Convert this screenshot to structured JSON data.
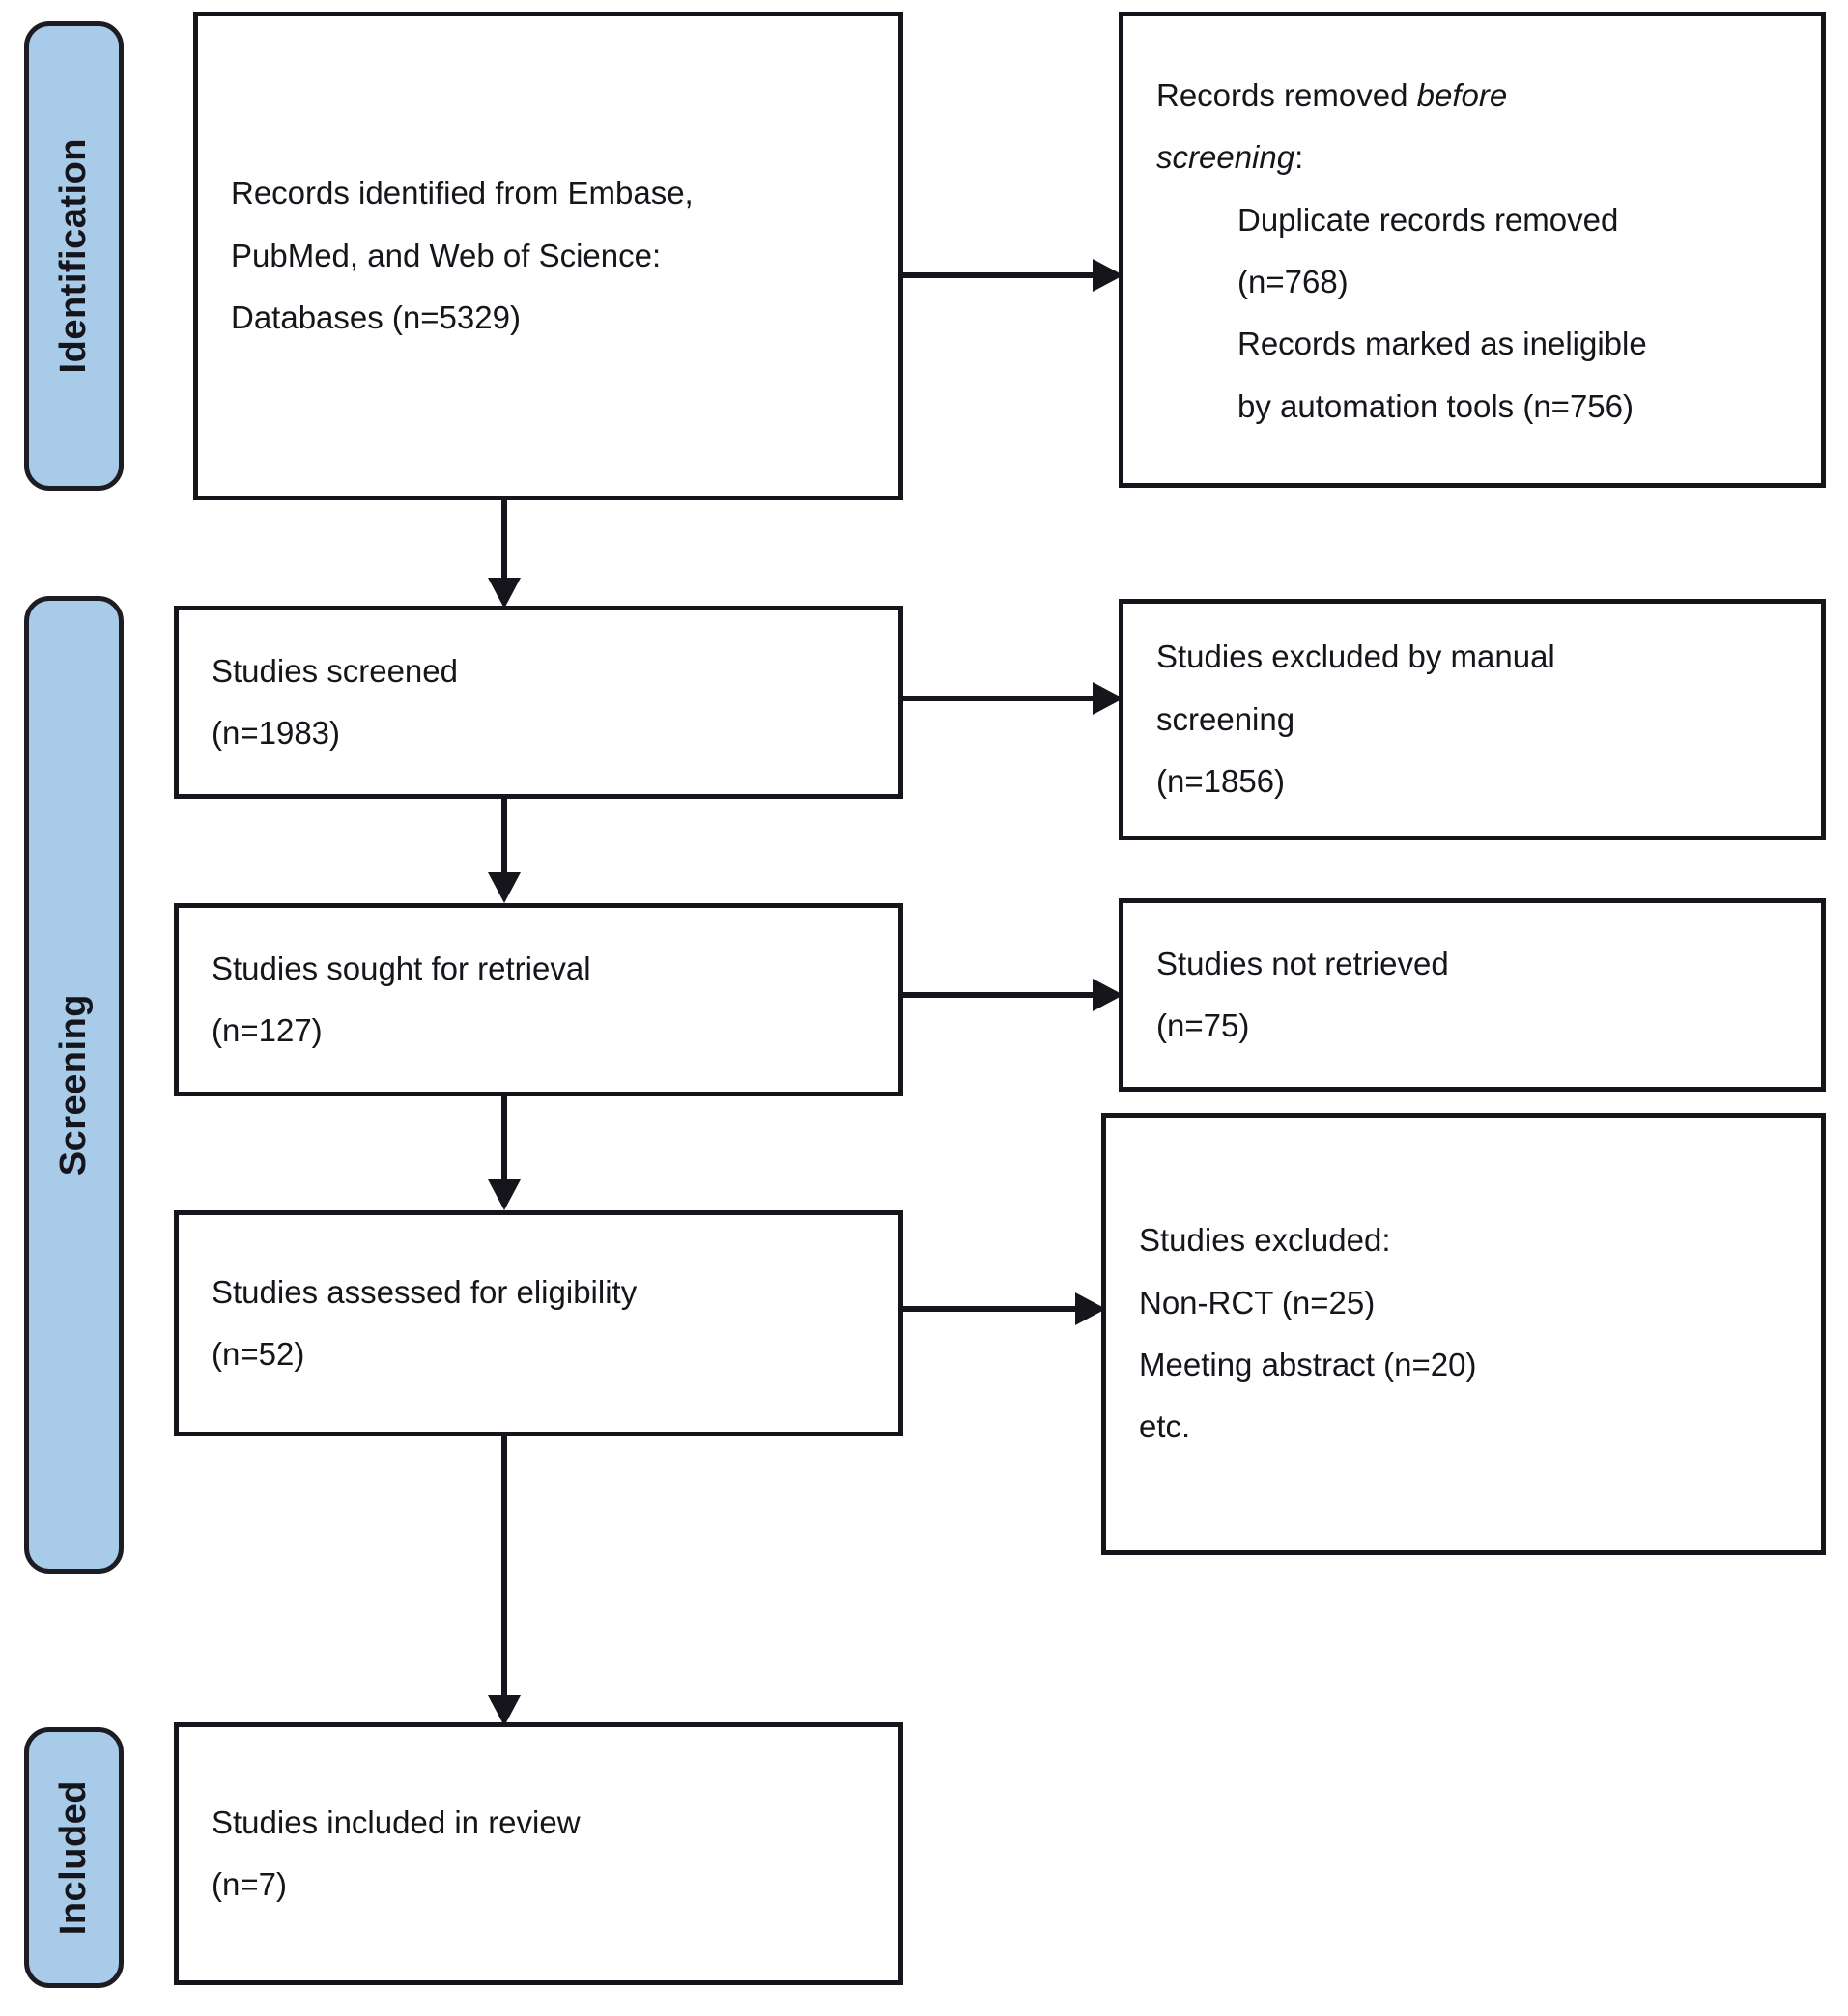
{
  "diagram": {
    "title": "PRISMA 2020 flow diagram",
    "accent_color": "#a7cbe9",
    "line_color": "#15151b",
    "background": "#ffffff"
  },
  "phases": [
    {
      "id": "identification",
      "label": "Identification"
    },
    {
      "id": "screening",
      "label": "Screening"
    },
    {
      "id": "included",
      "label": "Included"
    }
  ],
  "nodes": {
    "records_identified": {
      "name": "records-identified",
      "lines": [
        "Records identified from Embase,",
        "PubMed, and Web of Science:",
        "Databases (n=5329)"
      ]
    },
    "records_removed": {
      "name": "records-removed-before-screening",
      "lines": [
        "Records removed before",
        "screening:",
        "Duplicate records removed",
        "(n=768)",
        "Records marked as ineligible",
        "by automation tools (n=756)"
      ],
      "head_plain": "Records removed ",
      "head_italic_1": "before",
      "head_italic_2": "screening",
      "head_colon": ":"
    },
    "studies_screened": {
      "name": "studies-screened",
      "lines": [
        "Studies screened",
        "(n=1983)"
      ]
    },
    "studies_excluded_manual": {
      "name": "studies-excluded-manual-screening",
      "lines": [
        "Studies excluded by manual",
        "screening",
        "(n=1856)"
      ]
    },
    "studies_sought": {
      "name": "studies-sought-for-retrieval",
      "lines": [
        "Studies sought for retrieval",
        "(n=127)"
      ]
    },
    "studies_not_retrieved": {
      "name": "studies-not-retrieved",
      "lines": [
        "Studies not retrieved",
        "(n=75)"
      ]
    },
    "studies_assessed": {
      "name": "studies-assessed-for-eligibility",
      "lines": [
        "Studies assessed for eligibility",
        "(n=52)"
      ]
    },
    "studies_excluded_reasons": {
      "name": "studies-excluded-with-reasons",
      "lines": [
        "Studies excluded:",
        "Non-RCT (n=25)",
        "Meeting abstract (n=20)",
        "etc."
      ]
    },
    "studies_included": {
      "name": "studies-included-in-review",
      "lines": [
        "Studies included in review",
        "(n=7)"
      ]
    }
  },
  "counts": {
    "databases": 5329,
    "duplicates_removed": 768,
    "ineligible_automation": 756,
    "screened": 1983,
    "excluded_manual": 1856,
    "sought_retrieval": 127,
    "not_retrieved": 75,
    "assessed_eligibility": 52,
    "excluded_non_rct": 25,
    "excluded_meeting_abstract": 20,
    "included_in_review": 7
  },
  "connectors": [
    {
      "name": "arrow-identified-to-removed",
      "direction": "right"
    },
    {
      "name": "arrow-identified-to-screened",
      "direction": "down"
    },
    {
      "name": "arrow-screened-to-excluded-manual",
      "direction": "right"
    },
    {
      "name": "arrow-screened-to-sought",
      "direction": "down"
    },
    {
      "name": "arrow-sought-to-not-retrieved",
      "direction": "right"
    },
    {
      "name": "arrow-sought-to-assessed",
      "direction": "down"
    },
    {
      "name": "arrow-assessed-to-excluded-reasons",
      "direction": "right"
    },
    {
      "name": "arrow-assessed-to-included",
      "direction": "down"
    }
  ]
}
